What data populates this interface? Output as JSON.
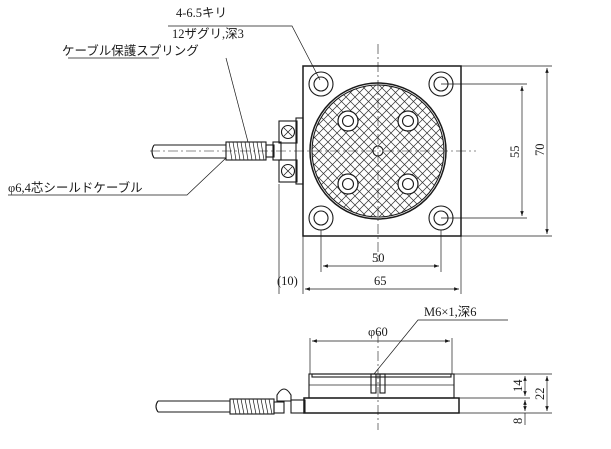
{
  "labels": {
    "hole_spec_line1": "4-6.5キリ",
    "hole_spec_line2": "12ザグリ,深3",
    "spring_label": "ケーブル保護スプリング",
    "cable_label": "φ6,4芯シールドケーブル",
    "thread_spec": "M6×1,深6"
  },
  "dimensions": {
    "height_70": "70",
    "height_55": "55",
    "width_50": "50",
    "width_65": "65",
    "offset_10": "(10)",
    "diameter_60": "φ60",
    "height_14": "14",
    "height_22": "22",
    "height_8": "8"
  }
}
